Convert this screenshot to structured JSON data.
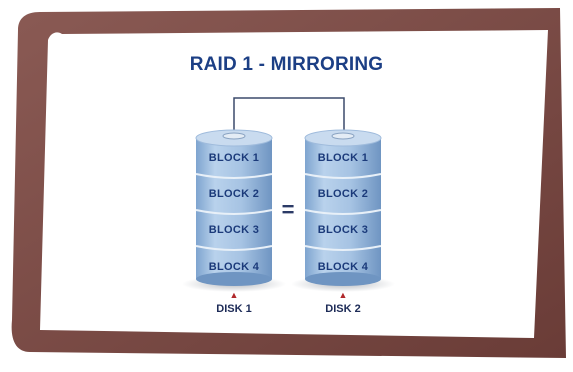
{
  "title": "RAID 1 - MIRRORING",
  "equals_sign": "=",
  "disks": [
    {
      "label": "DISK 1",
      "arrow": "▲",
      "blocks": [
        "BLOCK 1",
        "BLOCK 2",
        "BLOCK 3",
        "BLOCK 4"
      ]
    },
    {
      "label": "DISK 2",
      "arrow": "▲",
      "blocks": [
        "BLOCK 1",
        "BLOCK 2",
        "BLOCK 3",
        "BLOCK 4"
      ]
    }
  ],
  "colors": {
    "frame": "#7a4a45",
    "title": "#1c3f85",
    "disk_face": "#a9c6e4",
    "disk_side": "#8fb2d8",
    "connector": "#3b4a6b",
    "arrow": "#b0282a"
  }
}
